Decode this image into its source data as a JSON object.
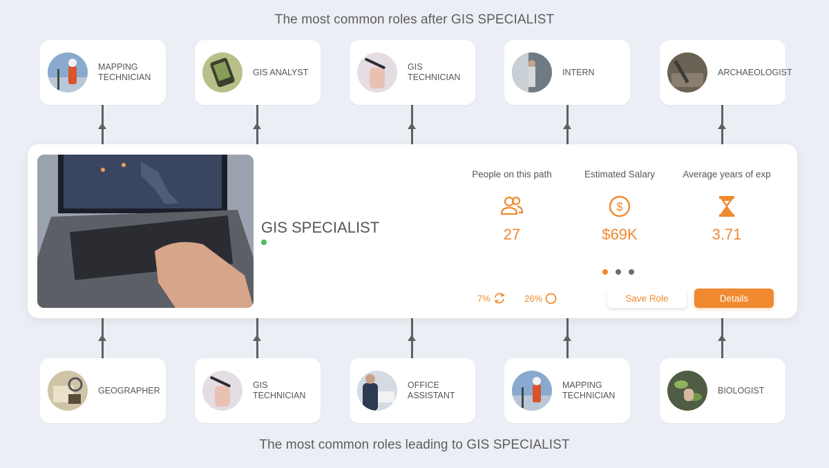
{
  "headings": {
    "top": "The most common roles after GIS SPECIALIST",
    "bottom": "The most common roles leading to GIS SPECIALIST"
  },
  "next_roles": [
    {
      "label": "MAPPING TECHNICIAN",
      "icon": "surveyor-photo"
    },
    {
      "label": "GIS ANALYST",
      "icon": "gps-device-photo"
    },
    {
      "label": "GIS TECHNICIAN",
      "icon": "stylus-photo"
    },
    {
      "label": "INTERN",
      "icon": "intern-photo"
    },
    {
      "label": "ARCHAEOLOGIST",
      "icon": "excavation-photo"
    }
  ],
  "previous_roles": [
    {
      "label": "GEOGRAPHER",
      "icon": "map-tools-photo"
    },
    {
      "label": "GIS TECHNICIAN",
      "icon": "stylus-photo"
    },
    {
      "label": "OFFICE ASSISTANT",
      "icon": "office-photo"
    },
    {
      "label": "MAPPING TECHNICIAN",
      "icon": "surveyor-photo"
    },
    {
      "label": "BIOLOGIST",
      "icon": "plant-photo"
    }
  ],
  "main": {
    "title": "GIS SPECIALIST",
    "status_color": "#4cba5c",
    "stats": [
      {
        "label": "People on this path",
        "value": "27",
        "icon": "people-icon"
      },
      {
        "label": "Estimated Salary",
        "value": "$69K",
        "icon": "dollar-icon"
      },
      {
        "label": "Average years of exp",
        "value": "3.71",
        "icon": "hourglass-icon"
      }
    ],
    "metrics": [
      {
        "value": "7%",
        "icon": "refresh-icon"
      },
      {
        "value": "26%",
        "icon": "circle-icon"
      }
    ],
    "pager": {
      "count": 3,
      "active_index": 0
    },
    "buttons": {
      "save": "Save Role",
      "details": "Details"
    }
  },
  "colors": {
    "accent": "#f0892f",
    "background": "#eceef5",
    "connector": "#5f5f5f"
  }
}
